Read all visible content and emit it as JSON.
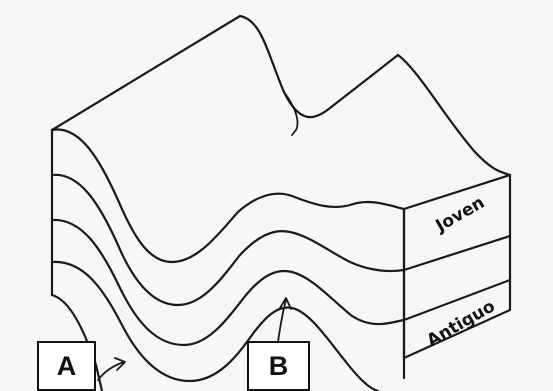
{
  "diagram": {
    "layers": {
      "top": "Joven",
      "bottom": "Antiguo"
    },
    "callouts": {
      "a": "A",
      "b": "B"
    },
    "colors": {
      "ink": "#1a1a1a",
      "paper": "#f7f7f5",
      "box_fill": "#ffffff"
    }
  }
}
